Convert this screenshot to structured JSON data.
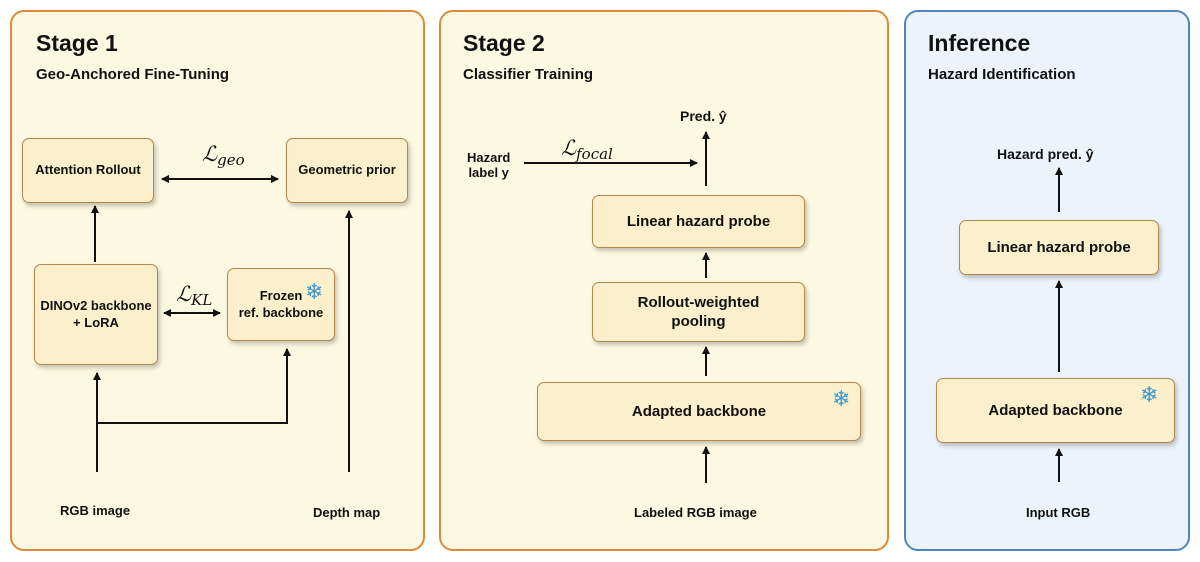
{
  "stage1": {
    "title": "Stage 1",
    "subtitle": "Geo-Anchored Fine-Tuning",
    "attention_rollout": "Attention Rollout",
    "geometric_prior": "Geometric prior",
    "backbone": "DINOv2 backbone\n+ LoRA",
    "frozen": "Frozen\nref. backbone",
    "loss_geo_symbol": "ℒ",
    "loss_geo_sub": "geo",
    "loss_kl_symbol": "ℒ",
    "loss_kl_sub": "KL",
    "rgb_image": "RGB image",
    "depth_map": "Depth map"
  },
  "stage2": {
    "title": "Stage 2",
    "subtitle": "Classifier Training",
    "pred": "Pred.  ŷ",
    "hazard_label": "Hazard\nlabel  y",
    "loss_focal_symbol": "ℒ",
    "loss_focal_sub": "focal",
    "probe": "Linear hazard probe",
    "pooling": "Rollout-weighted\npooling",
    "backbone": "Adapted backbone",
    "input": "Labeled RGB image"
  },
  "inference": {
    "title": "Inference",
    "subtitle": "Hazard Identification",
    "pred": "Hazard pred.  ŷ",
    "probe": "Linear hazard probe",
    "backbone": "Adapted backbone",
    "input": "Input RGB"
  },
  "colors": {
    "stage_border": "#dd8a3e",
    "stage_fill": "#fdf8e1",
    "inference_border": "#4f87bd",
    "inference_fill": "#edf3fa",
    "box_fill": "#fcefcb",
    "snowflake": "#3a97d4"
  },
  "icons": {
    "frozen": "snowflake-icon"
  }
}
